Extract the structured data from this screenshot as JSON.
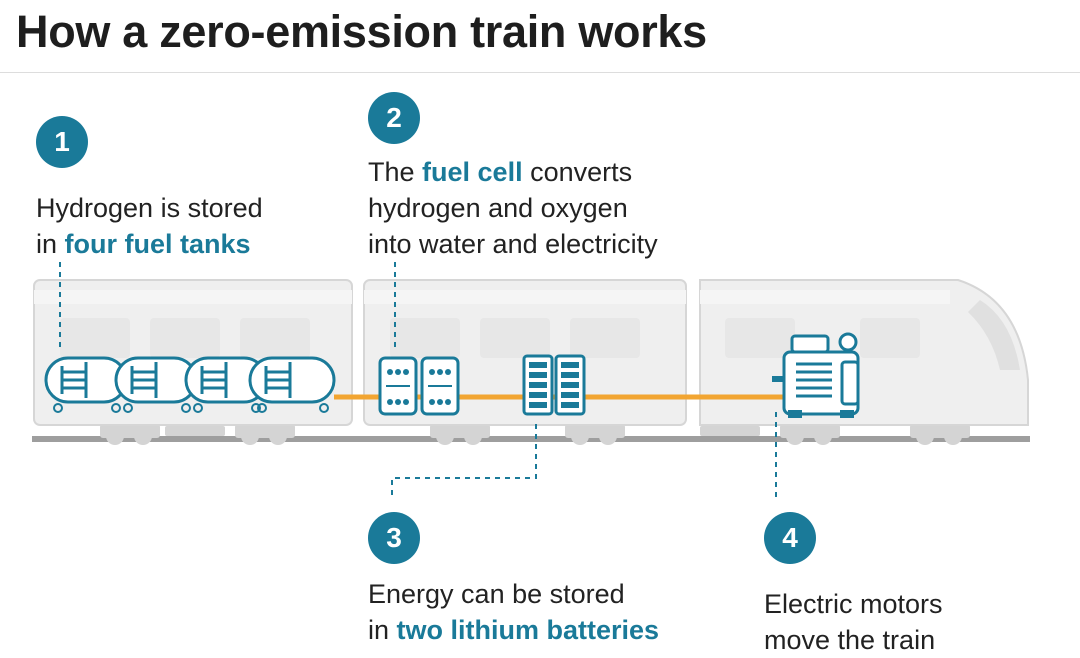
{
  "title": "How a zero-emission train works",
  "colors": {
    "accent": "#1a7a99",
    "power_line": "#f2a531",
    "train_body": "#efefef",
    "train_outline": "#d0d0d0",
    "rail": "#9e9e9e"
  },
  "steps": [
    {
      "number": "1",
      "line1": "Hydrogen is stored",
      "line2_pre": "in ",
      "line2_highlight": "four fuel tanks"
    },
    {
      "number": "2",
      "line1_pre": "The ",
      "line1_highlight": "fuel cell",
      "line1_post": " converts",
      "line2": "hydrogen and oxygen",
      "line3": "into water and electricity"
    },
    {
      "number": "3",
      "line1": "Energy can be stored",
      "line2_pre": "in ",
      "line2_highlight": "two lithium batteries"
    },
    {
      "number": "4",
      "line1": "Electric motors",
      "line2": "move the train"
    }
  ],
  "components": {
    "fuel_tanks": {
      "icon": "fuel-tank-icon",
      "count": 4
    },
    "fuel_cells": {
      "icon": "fuel-cell-icon",
      "count": 2
    },
    "batteries": {
      "icon": "battery-icon",
      "count": 2
    },
    "motor": {
      "icon": "electric-motor-icon",
      "count": 1
    }
  }
}
